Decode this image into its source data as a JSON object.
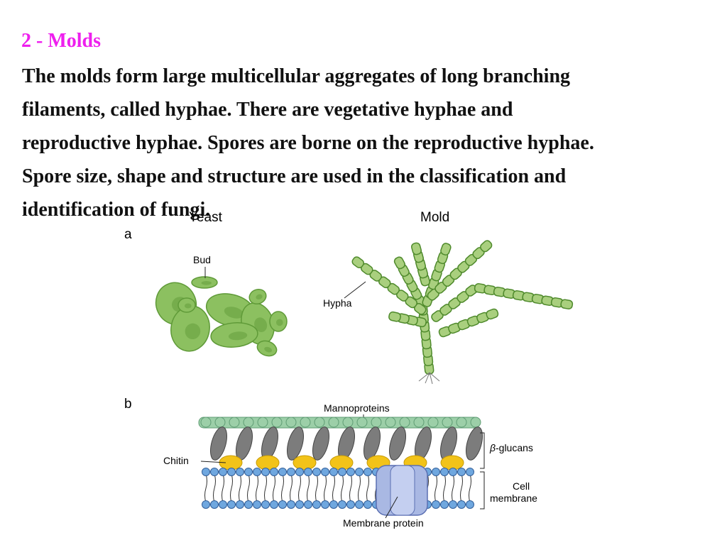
{
  "slide": {
    "heading": "2 - Molds",
    "lines": [
      "The molds form large multicellular aggregates of long branching",
      "filaments, called hyphae. There are vegetative hyphae and",
      "reproductive hyphae. Spores are borne on the reproductive hyphae.",
      "Spore size, shape and structure are used in the classification and",
      "identification of fungi."
    ]
  },
  "figure": {
    "panel_a": {
      "letter": "a",
      "yeast_title": "Yeast",
      "mold_title": "Mold",
      "bud_label": "Bud",
      "hypha_label": "Hypha"
    },
    "panel_b": {
      "letter": "b",
      "mannoproteins_label": "Mannoproteins",
      "glucans_beta": "β",
      "glucans_label": "-glucans",
      "chitin_label": "Chitin",
      "cell_label": "Cell",
      "membrane_label": "membrane",
      "membrane_protein_label": "Membrane protein"
    }
  },
  "colors": {
    "heading": "#ee1fee",
    "text": "#111111",
    "yeast_green": "#8cc060",
    "yeast_dark": "#5f9a38",
    "mold_green": "#a9cf7e",
    "mannoprotein": "#9ccfa8",
    "glucan": "#7c7c7c",
    "chitin": "#f2c319",
    "lipid_head": "#6fa7df",
    "protein": "#a9b8e3"
  }
}
